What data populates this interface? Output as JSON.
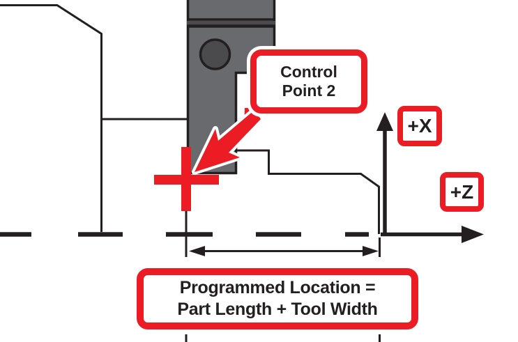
{
  "labels": {
    "control_point": {
      "line1": "Control",
      "line2": "Point 2"
    },
    "axis_x": "+X",
    "axis_z": "+Z",
    "formula": {
      "line1": "Programmed Location =",
      "line2": "Part Length + Tool Width"
    }
  },
  "icons": {
    "cross": "control-point-cross",
    "callout_arrow": "callout-arrow-down-left",
    "x_axis_arrow": "x-axis-arrow-up",
    "z_axis_arrow": "z-axis-arrow-right",
    "dimension_arrow": "double-headed-dimension-arrow"
  },
  "colors": {
    "red": "#ec1c24",
    "ink": "#231f20",
    "toolgray": "#696a6d",
    "tooldark": "#4b4b4e",
    "bg": "#ffffff"
  }
}
